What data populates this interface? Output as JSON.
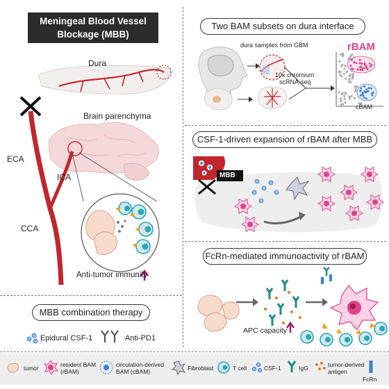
{
  "left": {
    "title_line1": "Meningeal Blood Vessel",
    "title_line2": "Blockage (MBB)",
    "dura": "Dura",
    "parenchyma": "Brain parenchyma",
    "eca": "ECA",
    "ica": "ICA",
    "cca": "CCA",
    "antitumor": "Anti-tumor immunity",
    "combo_title": "MBB combination therapy",
    "csf1": "Epidural CSF-1",
    "pd1": "Anti-PD1"
  },
  "panel1": {
    "title": "Two BAM subsets on dura interface",
    "dura_samples": "dura samples from GBM",
    "chromium1": "10x chromium",
    "chromium2": "scRNA-seq",
    "rbam": "rBAM",
    "cbam": "cBAM"
  },
  "panel2": {
    "title": "CSF-1-driven expansion of rBAM after MBB",
    "mbb": "MBB"
  },
  "panel3": {
    "title": "FcRn-mediated immunoactivity of rBAM",
    "apc": "APC capacity"
  },
  "legend": {
    "tumor": "tumor",
    "rbam1": "resident BAM",
    "rbam2": "(rBAM)",
    "cbam1": "circulation-derived",
    "cbam2": "BAM (cBAM)",
    "fibroblast": "Fibroblast",
    "tcell": "T cell",
    "csf1": "CSF-1",
    "igg": "IgG",
    "antigen1": "tumor-derived",
    "antigen2": "antigen",
    "fcrn": "FcRn"
  },
  "colors": {
    "vessel": "#c0272d",
    "rbam": "#e0418a",
    "cbam": "#3f7fd0",
    "tcell": "#2aa5b7",
    "arrow_up": "#9b1c6e"
  }
}
